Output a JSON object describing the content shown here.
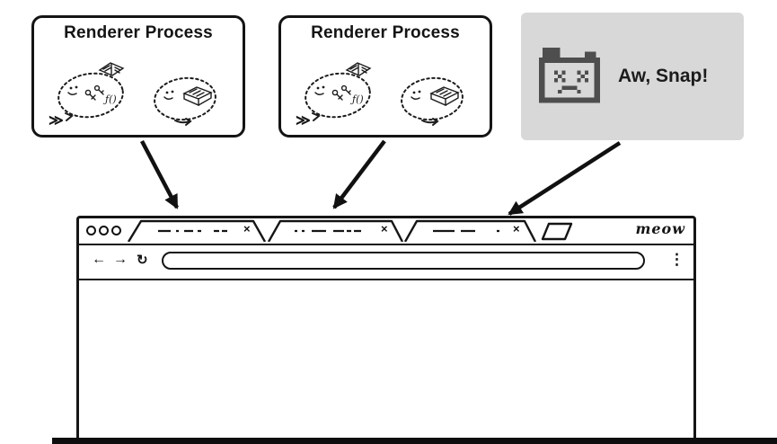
{
  "figure": {
    "renderer_box_1": {
      "title": "Renderer Process"
    },
    "renderer_box_2": {
      "title": "Renderer Process"
    },
    "snap_box": {
      "title": "Aw, Snap!"
    },
    "browser": {
      "logo": "meow",
      "tabs": [
        {
          "label_style": "scribble",
          "close": "×"
        },
        {
          "label_style": "scribble",
          "close": "×"
        },
        {
          "label_style": "scribble",
          "close": "×"
        }
      ],
      "nav": {
        "back": "←",
        "forward": "→",
        "reload": "↻",
        "menu": "⋮"
      },
      "address_value": ""
    },
    "icons": {
      "window_button": "circle-outline",
      "close": "×",
      "new_tab": "slanted-rectangle",
      "sad_tab": "pixelated-sad-face",
      "main_thread_doodle": "dashed-blob-with-face-keys-book",
      "worker_doodle": "dashed-blob-with-face-box"
    },
    "colors": {
      "ink": "#141414",
      "snap_bg": "#d8d8d8",
      "snap_icon": "#4e4e4e"
    }
  }
}
